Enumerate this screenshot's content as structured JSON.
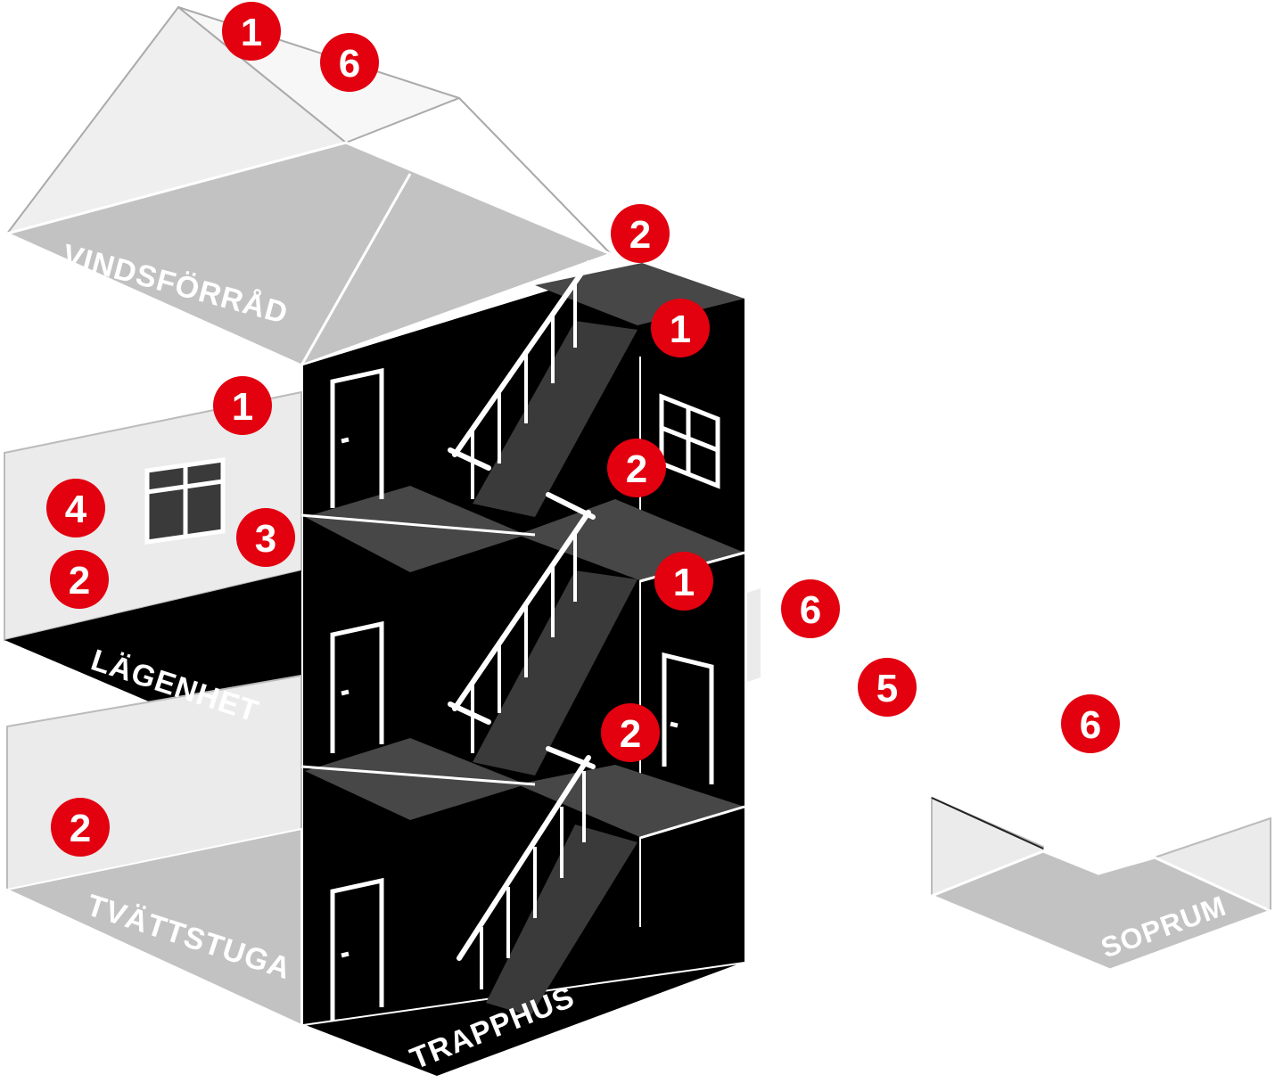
{
  "rooms": {
    "attic": "VINDSFÖRRÅD",
    "apartment": "LÄGENHET",
    "laundry": "TVÄTTSTUGA",
    "stairwell": "TRAPPHUS",
    "garbage_room": "SOPRUM"
  },
  "markers": {
    "attic_1": "1",
    "attic_6": "6",
    "roof_2": "2",
    "stair_top_1": "1",
    "stair_top_2": "2",
    "apartment_1": "1",
    "apartment_4": "4",
    "apartment_3": "3",
    "apartment_2": "2",
    "stair_mid_1": "1",
    "stair_mid_2": "2",
    "laundry_2": "2",
    "outside_6": "6",
    "outside_5": "5",
    "soprum_6": "6"
  },
  "colors": {
    "badge": "#e3000f",
    "stairwell": "#000000",
    "landing": "#474747",
    "wall_light": "#ebebeb",
    "floor_light": "#c2c2c2"
  }
}
